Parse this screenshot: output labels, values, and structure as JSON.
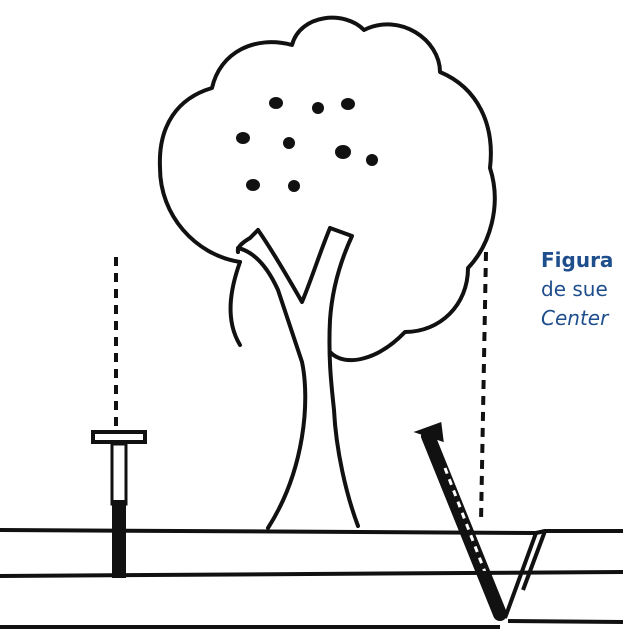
{
  "caption": {
    "line1": "Figura",
    "line2": "de sue",
    "line3": "Center"
  },
  "colors": {
    "ink": "#111111",
    "caption_text": "#1f4e8c",
    "background": "#ffffff"
  }
}
